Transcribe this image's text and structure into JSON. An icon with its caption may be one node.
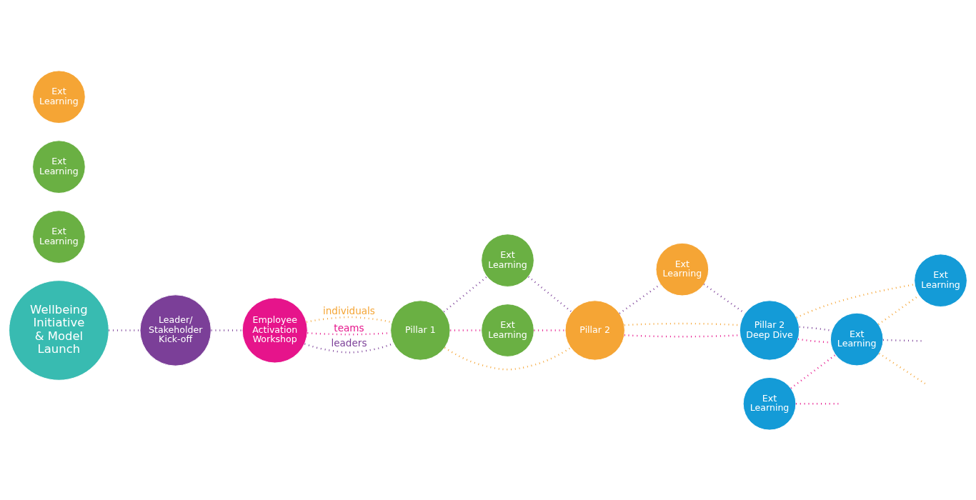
{
  "diagram": {
    "nodes": [
      {
        "text": [
          "Wellbeing Initiative & Model Launch"
        ]
      },
      {
        "text": [
          "Leader/ Stakeholder Kick-off"
        ]
      },
      {
        "text": [
          "Employee Activation Workshop"
        ]
      },
      {
        "text": [
          "Ext Learning"
        ]
      },
      {
        "text": [
          "Ext Learning"
        ]
      },
      {
        "text": [
          "Pillar 1"
        ]
      },
      {
        "text": [
          "Ext Learning"
        ]
      },
      {
        "text": [
          "Ext Learning"
        ]
      },
      {
        "text": [
          "Pillar 2"
        ]
      },
      {
        "text": [
          "Ext Learning"
        ]
      },
      {
        "text": [
          "Ext Learning"
        ]
      },
      {
        "text": [
          "Ext Learning"
        ]
      },
      {
        "text": [
          "Pillar 2 Deep Dive"
        ]
      },
      {
        "text": [
          "Ext Learning"
        ]
      },
      {
        "text": [
          "Ext Learning"
        ]
      }
    ],
    "edges": [
      {
        "from": 0,
        "to": 1,
        "arrow": "none"
      },
      {
        "from": 1,
        "to": 2,
        "arrow": "none"
      },
      {
        "from": 2,
        "to": 5,
        "arrow": "none",
        "label": "individuals",
        "color": "#f5a535"
      },
      {
        "from": 2,
        "to": 5,
        "arrow": "none",
        "label": "teams",
        "color": "#e6148b"
      },
      {
        "from": 2,
        "to": 5,
        "arrow": "none",
        "label": "leaders"
      },
      {
        "from": 5,
        "to": 4,
        "arrow": "none"
      },
      {
        "from": 4,
        "to": 8,
        "arrow": "none"
      },
      {
        "from": 5,
        "to": 8,
        "arrow": "none",
        "color": "#f5a535"
      },
      {
        "from": 5,
        "to": 7,
        "arrow": "none",
        "color": "#e6148b"
      },
      {
        "from": 7,
        "to": 8,
        "arrow": "none",
        "color": "#e6148b"
      },
      {
        "from": 8,
        "to": 10,
        "arrow": "none"
      },
      {
        "from": 8,
        "to": 12,
        "arrow": "none",
        "color": "#e6148b"
      },
      {
        "from": 8,
        "to": 12,
        "arrow": "none",
        "color": "#f5a535"
      },
      {
        "from": 10,
        "to": 12,
        "arrow": "none"
      },
      {
        "from": 11,
        "to": 13,
        "arrow": "none",
        "color": "#e6148b"
      },
      {
        "from": 12,
        "to": 13,
        "arrow": "none",
        "color": "#e6148b"
      },
      {
        "from": 12,
        "to": 13,
        "arrow": "none"
      },
      {
        "from": 12,
        "to": 14,
        "arrow": "none",
        "color": "#f5a535"
      },
      {
        "from": 13,
        "to": 14,
        "arrow": "none",
        "color": "#f5a535"
      },
      {
        "from": 11,
        "to": null,
        "arrow": "none",
        "color": "#e6148b"
      },
      {
        "from": 13,
        "to": null,
        "arrow": "none",
        "color": "#f5a535"
      },
      {
        "from": 13,
        "to": null,
        "arrow": "none"
      }
    ]
  }
}
